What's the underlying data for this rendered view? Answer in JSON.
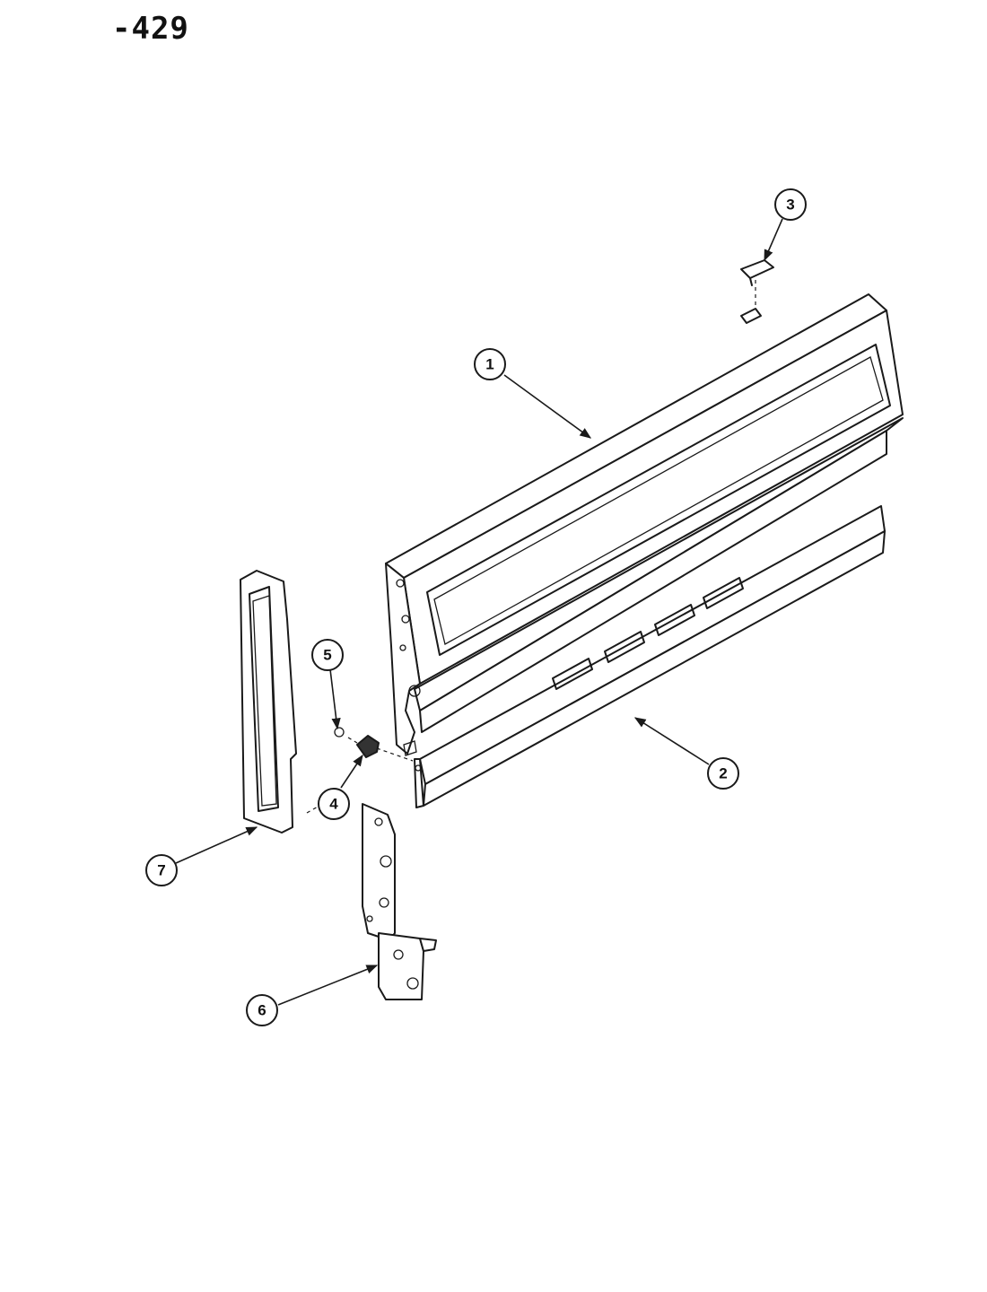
{
  "page": {
    "number": "-429"
  },
  "callouts": [
    {
      "id": "1",
      "label": "1"
    },
    {
      "id": "2",
      "label": "2"
    },
    {
      "id": "3",
      "label": "3"
    },
    {
      "id": "4",
      "label": "4"
    },
    {
      "id": "5",
      "label": "5"
    },
    {
      "id": "6",
      "label": "6"
    },
    {
      "id": "7",
      "label": "7"
    }
  ]
}
